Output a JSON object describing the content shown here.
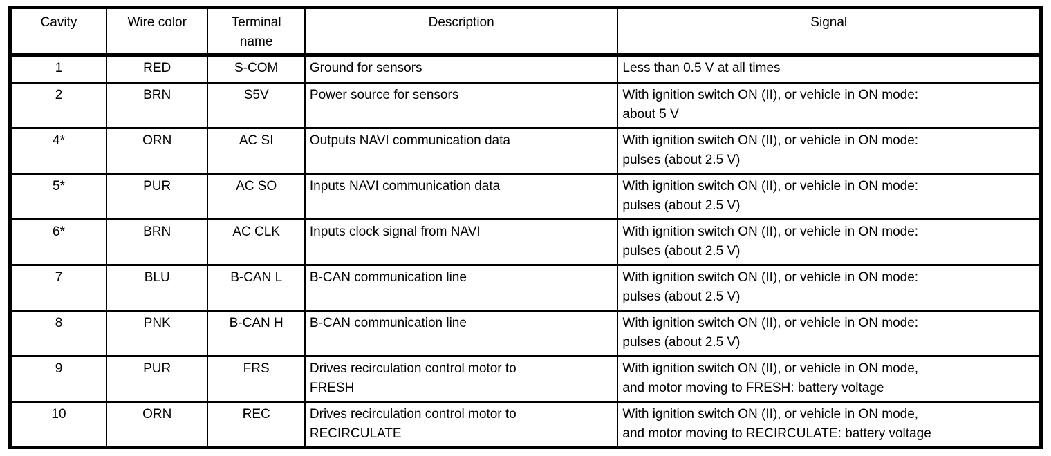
{
  "table": {
    "headers": {
      "cavity": "Cavity",
      "wire_color": "Wire color",
      "terminal": "Terminal\nname",
      "description": "Description",
      "signal": "Signal"
    },
    "rows": [
      {
        "cavity": "1",
        "wire_color": "RED",
        "terminal": "S-COM",
        "description": "Ground for sensors",
        "signal": "Less than 0.5 V at all times"
      },
      {
        "cavity": "2",
        "wire_color": "BRN",
        "terminal": "S5V",
        "description": "Power source for sensors",
        "signal": "With ignition switch ON (II), or vehicle in ON mode:\nabout 5 V"
      },
      {
        "cavity": "4*",
        "wire_color": "ORN",
        "terminal": "AC SI",
        "description": "Outputs NAVI communication data",
        "signal": "With ignition switch ON (II), or vehicle in ON mode:\npulses (about 2.5 V)"
      },
      {
        "cavity": "5*",
        "wire_color": "PUR",
        "terminal": "AC SO",
        "description": "Inputs NAVI communication data",
        "signal": "With ignition switch ON (II), or vehicle in ON mode:\npulses (about 2.5 V)"
      },
      {
        "cavity": "6*",
        "wire_color": "BRN",
        "terminal": "AC CLK",
        "description": "Inputs clock signal from NAVI",
        "signal": "With ignition switch ON (II), or vehicle in ON mode:\npulses (about 2.5 V)"
      },
      {
        "cavity": "7",
        "wire_color": "BLU",
        "terminal": "B-CAN L",
        "description": "B-CAN communication line",
        "signal": "With ignition switch ON (II), or vehicle in ON mode:\npulses (about 2.5 V)"
      },
      {
        "cavity": "8",
        "wire_color": "PNK",
        "terminal": "B-CAN H",
        "description": "B-CAN communication line",
        "signal": "With ignition switch ON (II), or vehicle in ON mode:\npulses (about 2.5 V)"
      },
      {
        "cavity": "9",
        "wire_color": "PUR",
        "terminal": "FRS",
        "description": "Drives recirculation control motor to\nFRESH",
        "signal": "With ignition switch ON (II), or vehicle in ON mode,\nand motor moving to FRESH: battery voltage"
      },
      {
        "cavity": "10",
        "wire_color": "ORN",
        "terminal": "REC",
        "description": "Drives recirculation control motor to\nRECIRCULATE",
        "signal": "With ignition switch ON (II), or vehicle in ON mode,\nand motor moving to RECIRCULATE: battery voltage"
      }
    ]
  }
}
